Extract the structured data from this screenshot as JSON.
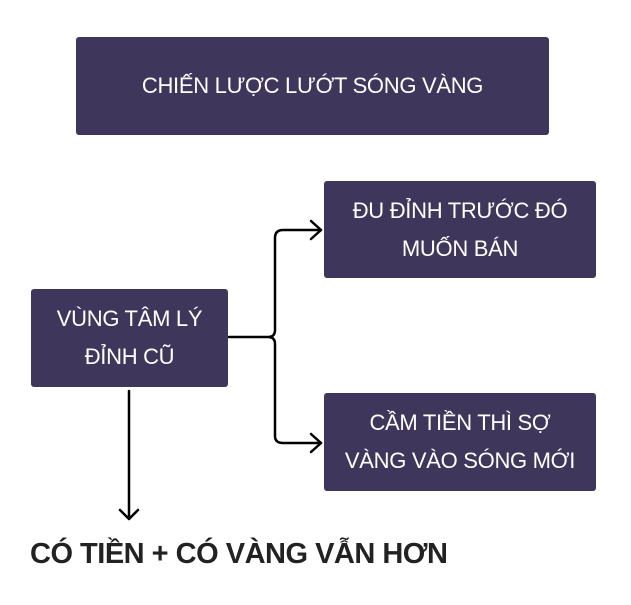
{
  "title": "CHIẾN LƯỢC LƯỚT SÓNG VÀNG",
  "source_node": {
    "line1": "VÙNG TÂM LÝ",
    "line2": "ĐỈNH CŨ"
  },
  "branches": [
    {
      "line1": "ĐU ĐỈNH TRƯỚC ĐÓ",
      "line2": "MUỐN BÁN"
    },
    {
      "line1": "CẦM TIỀN THÌ SỢ",
      "line2": "VÀNG VÀO SÓNG MỚI"
    }
  ],
  "conclusion": "CÓ TIỀN + CÓ VÀNG VẪN HƠN",
  "colors": {
    "box": "#3e375b",
    "text_on_box": "#ffffff",
    "connector": "#000000",
    "conclusion": "#222222"
  }
}
